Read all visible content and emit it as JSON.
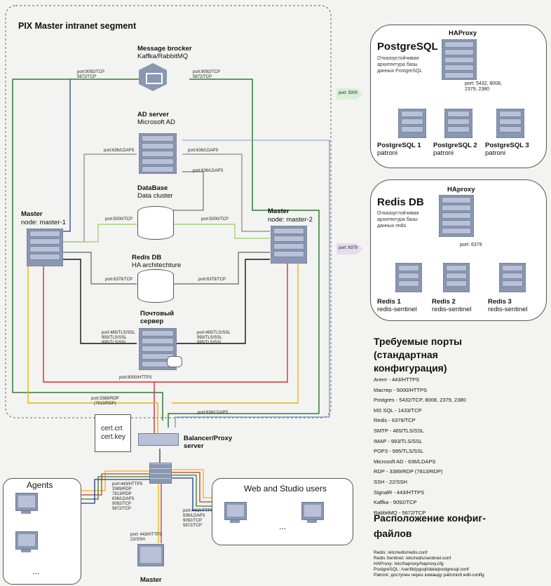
{
  "segment": {
    "title": "PIX Master intranet segment"
  },
  "broker": {
    "title": "Message brocker",
    "sub": "Kaffka/RabbitMQ",
    "port_left": "port:9092/TCP\n5672/TCP",
    "port_right": "port:9092/TCP\n5672/TCP"
  },
  "ad": {
    "title": "AD server",
    "sub": "Microsoft AD",
    "port_left": "port:636/LDAPS",
    "port_right": "port:636/LDAPS",
    "port_right2": "port:636/LDAPS"
  },
  "db": {
    "title": "DataBase",
    "sub": "Data cluster",
    "port_left": "port:5000/TCP",
    "port_right": "port:5000/TCP"
  },
  "redis": {
    "title": "Redis DB",
    "sub": "HA architechture",
    "port_left": "port:6379/TCP",
    "port_right": "port:6379/TCP"
  },
  "mail": {
    "title": "Почтовый\nсервер",
    "port_left": "port:465/TLS/SSL\n993/TLS/SSL\n995/TLS/SSL",
    "port_right": "port:465/TLS/SSL\n993/TLS/SSL\n995/TLS/SSL"
  },
  "master1": {
    "title": "Master",
    "sub": "node: master-1"
  },
  "master2": {
    "title": "Master",
    "sub": "node: master-2"
  },
  "lines": {
    "https": "port:8000/HTTPS",
    "rdp": "port:3389/RDP\n(7813/RDP)",
    "ldaps": "port:636/LDAPS"
  },
  "cert": {
    "l1": "cert.crt",
    "l2": "cert.key"
  },
  "balancer": {
    "title": "Balancer/Proxy\nserver"
  },
  "agents": {
    "title": "Agents",
    "dots": "..."
  },
  "web": {
    "title": "Web and Studio users",
    "dots": "..."
  },
  "master_bottom": {
    "title": "Master",
    "ports": "port: 443/HTTPS\n22/SSH"
  },
  "fw_left_ports": "port:443/HTTPS\n3389/RDP\n7813/RDP\n636/LDAPS\n9092/TCP\n5672/TCP",
  "fw_right_ports": "port:443/HTTPS\n636/LDAPS\n9092/TCP\n5672/TCP",
  "pg": {
    "title": "PostgreSQL",
    "haproxy": "HAProxy",
    "desc": "Отказоустойчивая\nархитектура базы\nданных PostgreSQL",
    "ports": "port: 5432, 8008,\n2379, 2380",
    "arrow": "port: 5000",
    "nodes": [
      {
        "t": "PostgreSQL 1",
        "s": "patroni"
      },
      {
        "t": "PostgreSQL 2",
        "s": "patroni"
      },
      {
        "t": "PostgreSQL 3",
        "s": "patroni"
      }
    ]
  },
  "rd": {
    "title": "Redis DB",
    "haproxy": "HAproxy",
    "desc": "Отказоустойчивая\nархитектура базы\nданных redis",
    "ports": "port: 6379",
    "arrow": "port: 6379",
    "nodes": [
      {
        "t": "Redis 1",
        "s": "redis-sentinel"
      },
      {
        "t": "Redis 2",
        "s": "redis-sentinel"
      },
      {
        "t": "Redis 3",
        "s": "redis-sentinel"
      }
    ]
  },
  "ports_heading": "Требуемые порты\n(стандартная\nконфигурация)",
  "ports_list": [
    "Агент - 443/HTTPS",
    "Мастер - 5000/HTTPS",
    "Postgres - 5432/TCP, 8008, 2379, 2380",
    "MS SQL - 1433/TCP",
    "Redis - 6379/TCP",
    "SMTP - 465/TLS/SSL",
    "IMAP - 993/TLS/SSL",
    "POP3 - 995/TLS/SSL",
    "Microsoft AD - 636/LDAPS",
    "RDP - 3389/RDP (7813/RDP)",
    "SSH - 22/SSH",
    "SignalR - 443/HTTPS",
    "Kaffka - 9092/TCP",
    "RabbitMQ - 5672/TCP"
  ],
  "config_heading": "Расположение конфиг-\nфайлов",
  "config_list": [
    "Redis: /etc/redis/redis.conf",
    "Redis Sentinel: /etc/redis/sentinel.conf",
    "HAProxy: /etc/haproxy/haproxy.cfg",
    "PostgreSQL: /var/lib/pgsql/data/postgresql.conf",
    "Patroni: доступен через команду patronictl edit-config"
  ],
  "colors": {
    "green": "#2e7d32",
    "red": "#d32f2f",
    "yellow": "#e6b800",
    "blue": "#1e40af",
    "gray": "#888888",
    "teal": "#5b8fa8"
  }
}
